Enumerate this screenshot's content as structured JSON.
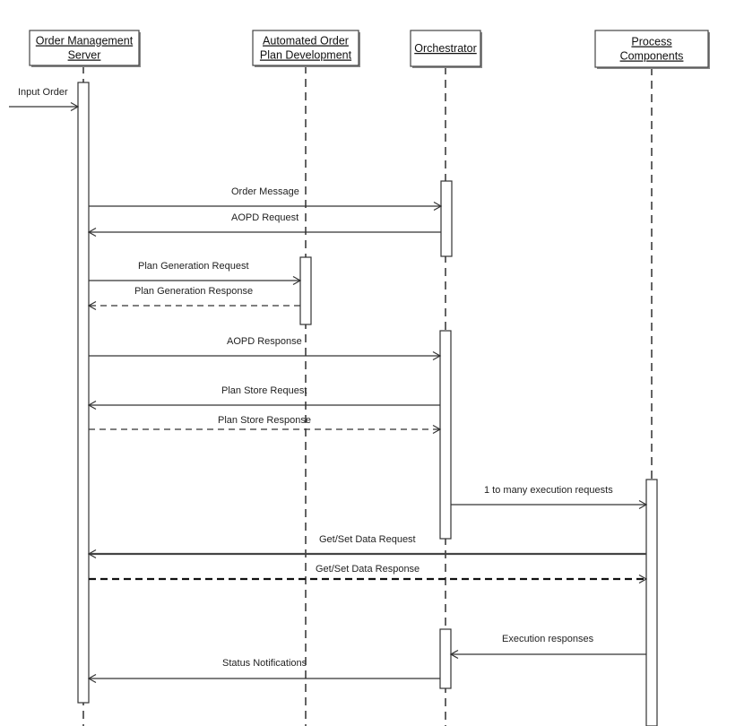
{
  "actors": [
    {
      "id": "oms",
      "label_lines": [
        "Order Management",
        "Server"
      ]
    },
    {
      "id": "aopd",
      "label_lines": [
        "Automated Order",
        "Plan Development"
      ]
    },
    {
      "id": "orch",
      "label_lines": [
        "Orchestrator"
      ]
    },
    {
      "id": "proc",
      "label_lines": [
        "Process",
        "Components"
      ]
    }
  ],
  "messages": [
    {
      "label": "Input Order",
      "from": null,
      "to": "oms",
      "style": "solid"
    },
    {
      "label": "Order Message",
      "from": "oms",
      "to": "orch",
      "style": "solid"
    },
    {
      "label": "AOPD Request",
      "from": "orch",
      "to": "oms",
      "style": "solid"
    },
    {
      "label": "Plan Generation Request",
      "from": "oms",
      "to": "aopd",
      "style": "solid"
    },
    {
      "label": "Plan Generation Response",
      "from": "aopd",
      "to": "oms",
      "style": "dashed"
    },
    {
      "label": "AOPD Response",
      "from": "oms",
      "to": "orch",
      "style": "solid"
    },
    {
      "label": "Plan Store Request",
      "from": "orch",
      "to": "oms",
      "style": "solid"
    },
    {
      "label": "Plan Store Response",
      "from": "oms",
      "to": "orch",
      "style": "dashed"
    },
    {
      "label": "1 to many execution requests",
      "from": "orch",
      "to": "proc",
      "style": "solid"
    },
    {
      "label": "Get/Set Data Request",
      "from": "proc",
      "to": "oms",
      "style": "bold"
    },
    {
      "label": "Get/Set Data Response",
      "from": "oms",
      "to": "proc",
      "style": "bold-dashed"
    },
    {
      "label": "Execution responses",
      "from": "proc",
      "to": "orch",
      "style": "solid"
    },
    {
      "label": "Status Notifications",
      "from": "orch",
      "to": "oms",
      "style": "solid"
    }
  ]
}
